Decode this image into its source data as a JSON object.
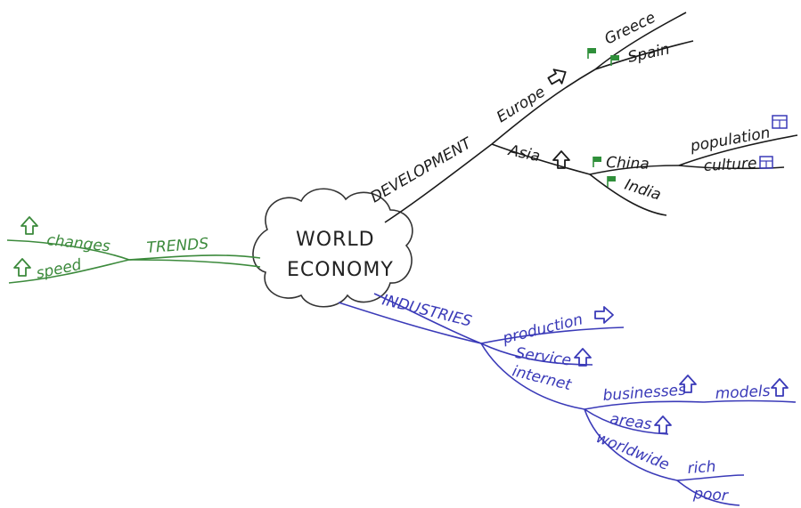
{
  "center": {
    "line1": "WORLD",
    "line2": "ECONOMY"
  },
  "branches": {
    "trends": {
      "label": "TRENDS",
      "color": "#3c8a3c",
      "children": [
        "changes",
        "speed"
      ]
    },
    "development": {
      "label": "DEVELOPMENT",
      "color": "#1a1a1a",
      "europe": {
        "label": "Europe",
        "children": [
          "Greece",
          "Spain"
        ]
      },
      "asia": {
        "label": "Asia",
        "china": {
          "label": "China",
          "children": [
            "population",
            "culture"
          ]
        },
        "india": {
          "label": "India"
        }
      }
    },
    "industries": {
      "label": "INDUSTRIES",
      "color": "#3a3ab8",
      "production": "production",
      "service": "Service",
      "internet": {
        "label": "internet",
        "businesses": "businesses",
        "models": "models",
        "areas": "areas",
        "worldwide": {
          "label": "worldwide",
          "rich": "rich",
          "poor": "poor"
        }
      }
    }
  },
  "icons": {
    "arrow_up": "arrow-up-icon",
    "arrow_right": "arrow-right-icon",
    "flag": "flag-icon",
    "calendar": "calendar-icon"
  },
  "colors": {
    "black_ink": "#1a1a1a",
    "green_ink": "#3c8a3c",
    "blue_ink": "#3a3ab8",
    "flag_green": "#2f8f3a"
  }
}
